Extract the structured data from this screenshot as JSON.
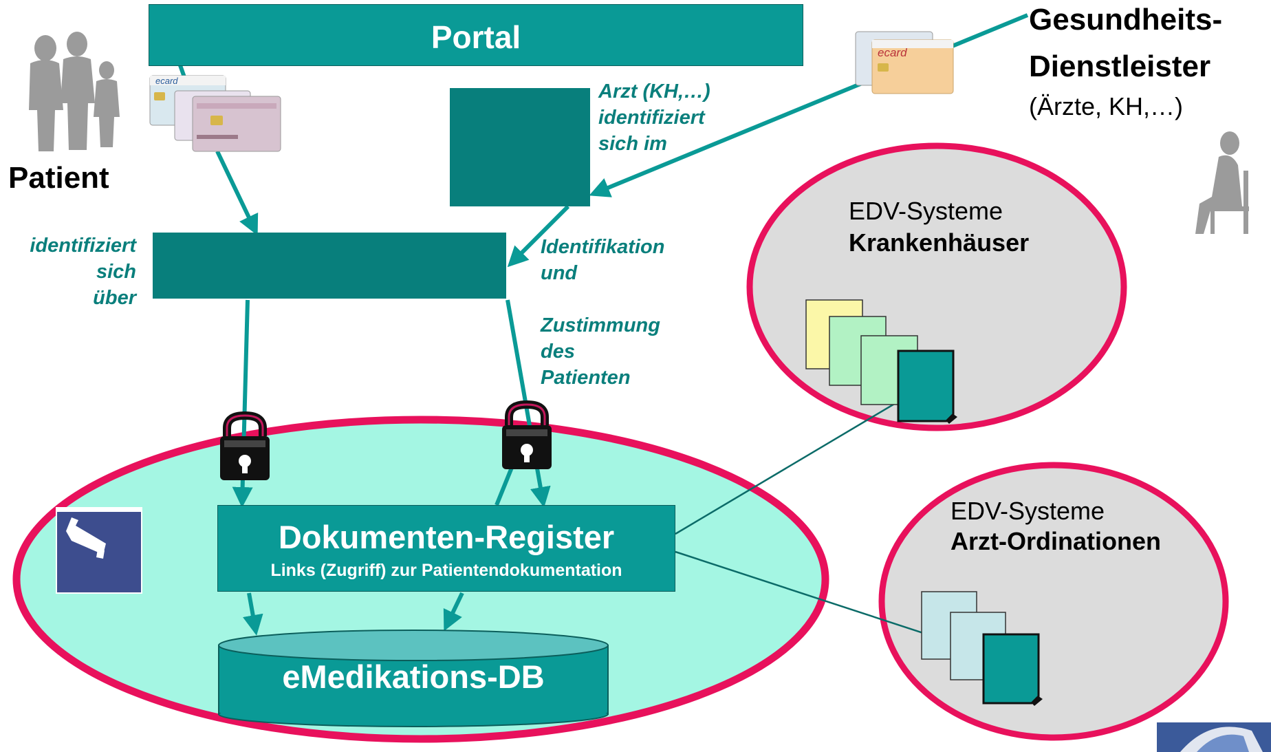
{
  "portal": {
    "label": "Portal"
  },
  "patient": {
    "label": "Patient"
  },
  "provider": {
    "title_line1": "Gesundheits-",
    "title_line2": "Dienstleister",
    "subtitle": "(Ärzte, KH,…)"
  },
  "patient_identification": {
    "line1": "identifiziert",
    "line2": "sich",
    "line3": "über"
  },
  "doctor_identification": {
    "line1": "Arzt (KH,…)",
    "line2": "identifiziert",
    "line3": "sich im"
  },
  "consent": {
    "line1": "Identifikation",
    "line2": "und",
    "line3": "Zustimmung",
    "line4": "des",
    "line5": "Patienten"
  },
  "registry": {
    "title": "Dokumenten-Register",
    "subtitle": "Links (Zugriff) zur Patientendokumentation"
  },
  "database": {
    "label": "eMedikations-DB"
  },
  "hospitals": {
    "line1": "EDV-Systeme",
    "line2": "Krankenhäuser"
  },
  "practices": {
    "line1": "EDV-Systeme",
    "line2": "Arzt-Ordinationen"
  },
  "ecard": {
    "brand": "ecard"
  },
  "colors": {
    "teal": "#0a9a96",
    "dark_teal": "#087f7c",
    "magenta": "#e8115c",
    "mint": "#a4f6e3",
    "grey": "#dcdcdc"
  },
  "icons": [
    "family-silhouette-icon",
    "seated-person-icon",
    "lock-icon",
    "camera-icon",
    "document-icon",
    "ecard-icon",
    "logo-icon"
  ]
}
